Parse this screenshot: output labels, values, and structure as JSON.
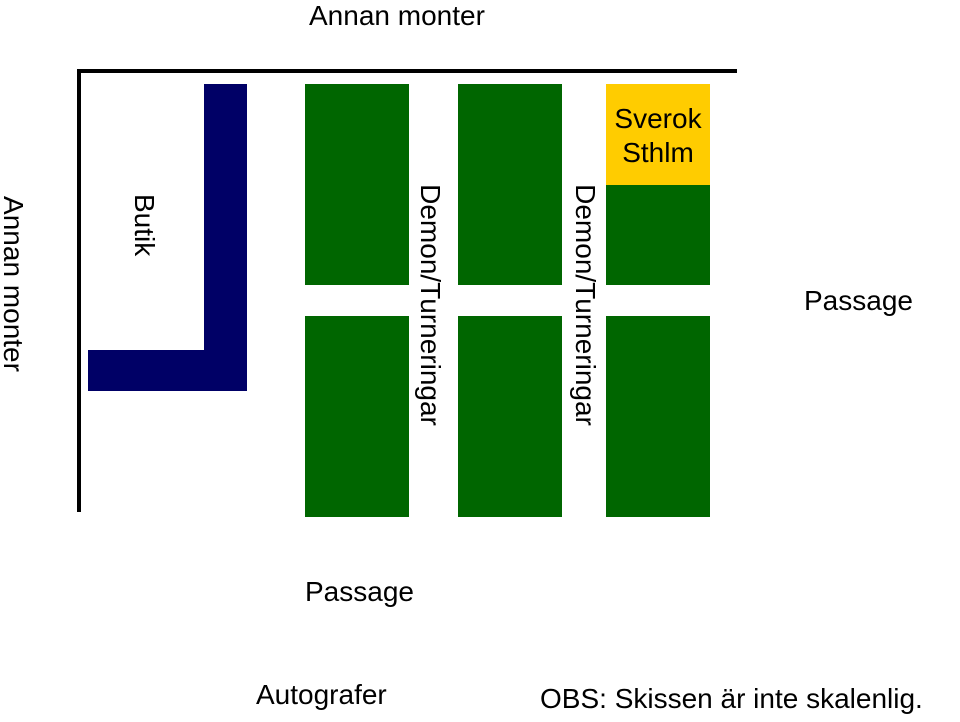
{
  "labels": {
    "top_neighbor": "Annan monter",
    "left_neighbor": "Annan monter",
    "right_passage": "Passage",
    "bottom_passage": "Passage",
    "autographs": "Autografer",
    "shop": "Butik",
    "aisle_1": "Demon/Turneringar",
    "aisle_2": "Demon/Turneringar",
    "sverok_booth": "Sverok\nSthlm",
    "disclaimer": "OBS: Skissen är inte skalenlig."
  },
  "colors": {
    "booth_green": "#006600",
    "shop_blue": "#000066",
    "sverok_yellow": "#ffcc00",
    "wall": "#000000",
    "background": "#ffffff"
  }
}
